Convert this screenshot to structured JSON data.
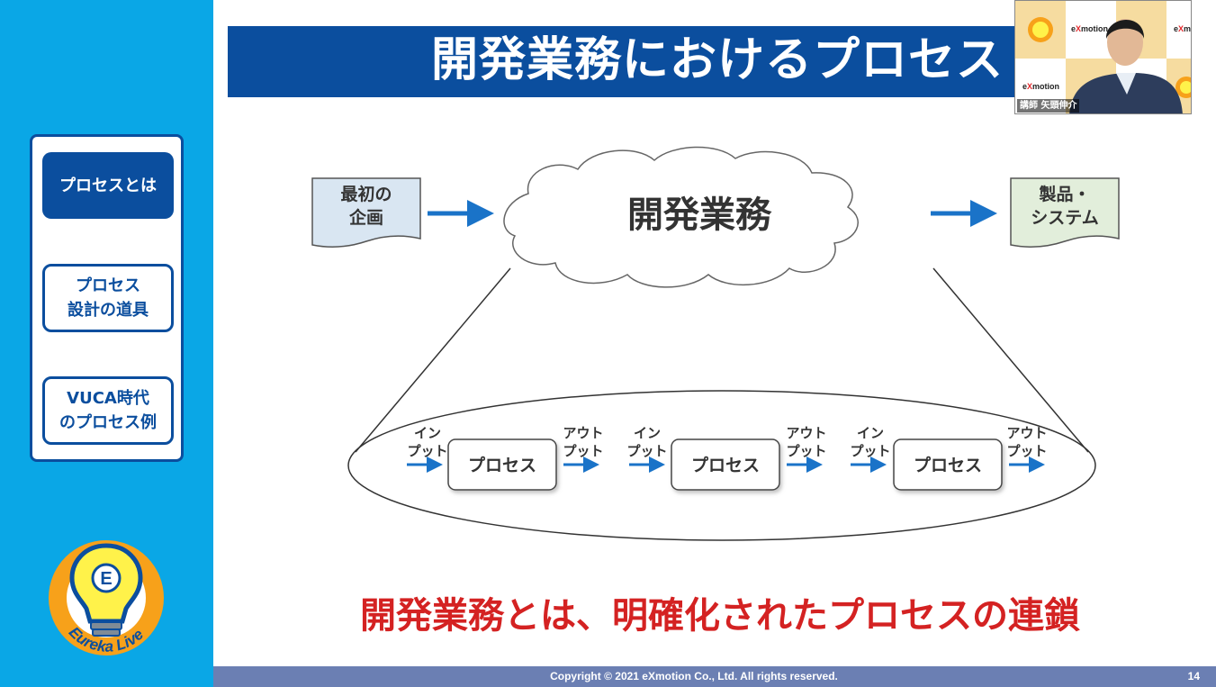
{
  "slide": {
    "title": "開発業務におけるプロセス",
    "summary": "開発業務とは、明確化されたプロセスの連鎖",
    "copyright": "Copyright © 2021 eXmotion Co., Ltd. All rights reserved.",
    "page_number": "14"
  },
  "sidebar": {
    "items": [
      {
        "label": "プロセスとは",
        "active": true
      },
      {
        "label": "プロセス\n設計の道具",
        "active": false
      },
      {
        "label": "VUCA時代\nのプロセス例",
        "active": false
      }
    ],
    "logo": {
      "text": "Eureka Live",
      "letter": "E"
    }
  },
  "diagram": {
    "input_doc": {
      "line1": "最初の",
      "line2": "企画"
    },
    "cloud_label": "開発業務",
    "output_doc": {
      "line1": "製品・",
      "line2": "システム"
    },
    "process_label": "プロセス",
    "input_label": {
      "line1": "イン",
      "line2": "プット"
    },
    "output_label": {
      "line1": "アウト",
      "line2": "プット"
    }
  },
  "webcam": {
    "label": "講師 矢頭伸介",
    "brand": "eXmotion"
  },
  "colors": {
    "sidebar_bg": "#0aa7e6",
    "navy": "#0b4e9e",
    "summary_red": "#d42222",
    "arrow_blue": "#1a73c8",
    "input_doc_fill": "#d9e6f2",
    "output_doc_fill": "#e2eedb"
  }
}
